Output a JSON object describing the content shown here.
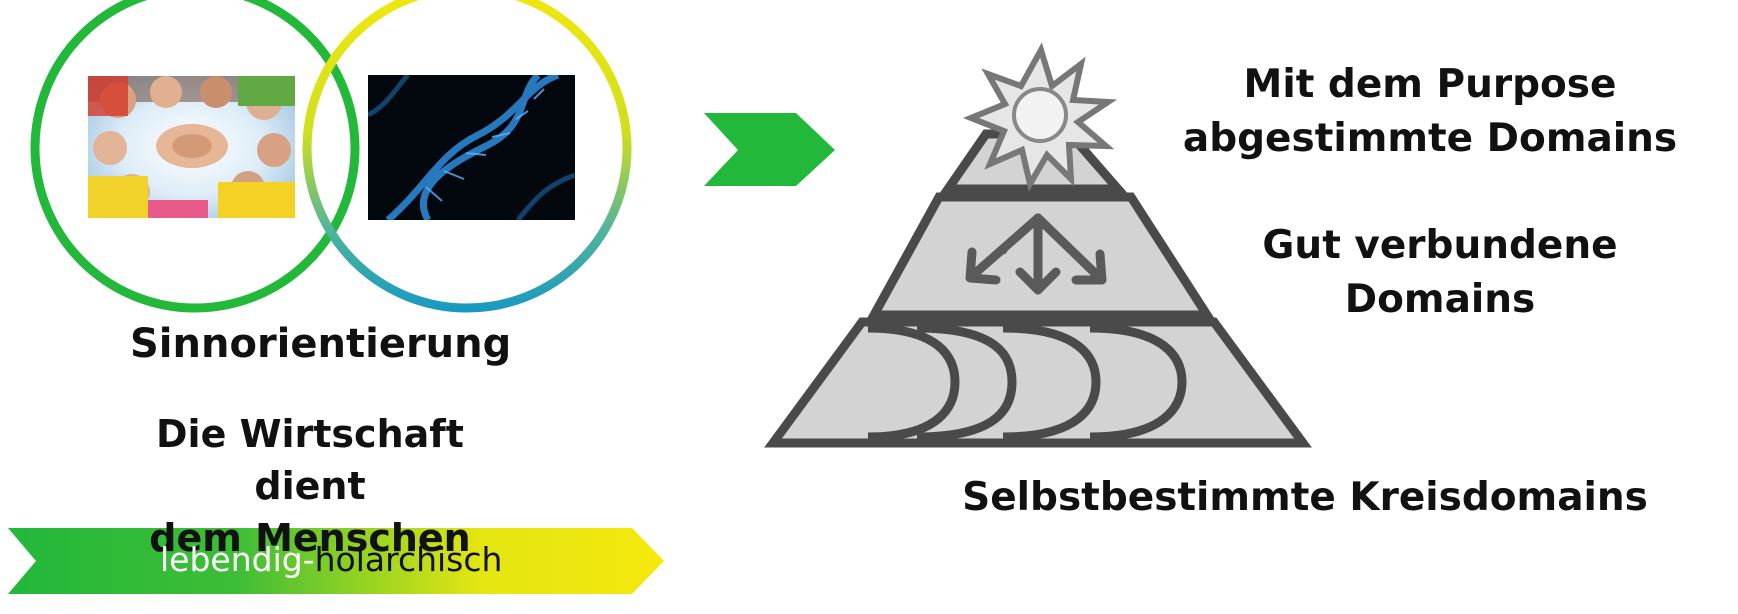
{
  "left_panel": {
    "title": "Sinnorientierung",
    "subtitle_line1": "Die Wirtschaft dient",
    "subtitle_line2": "dem Menschen",
    "banner": {
      "part1": "lebendig-",
      "part2": "holarchisch"
    },
    "photo_left": "people-hands-circle-photo",
    "photo_right": "dna-helix-photo"
  },
  "pyramid": {
    "top_label_line1": "Mit dem Purpose",
    "top_label_line2": "abgestimmte Domains",
    "middle_label_line1": "Gut verbundene",
    "middle_label_line2": "Domains",
    "bottom_label": "Selbstbestimmte Kreisdomains",
    "top_icon": "sun-icon",
    "middle_icon": "arrows-down-icon",
    "bottom_icon": "circles-icon"
  },
  "colors": {
    "green": "#22b83a",
    "yellow": "#f2e70f",
    "teal": "#1a9ac0",
    "pyramid_fill": "#d3d3d3",
    "pyramid_stroke": "#4a4a4a",
    "icon_gray": "#777777"
  }
}
